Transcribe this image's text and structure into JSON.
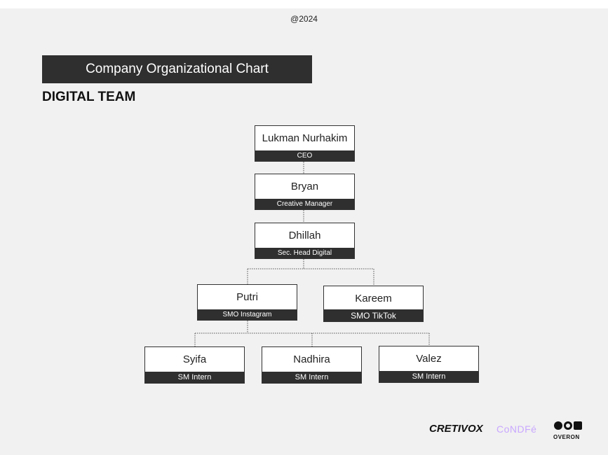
{
  "header": {
    "year": "@2024"
  },
  "title": "Company Organizational Chart",
  "team_heading": "DIGITAL TEAM",
  "org_chart": {
    "nodes": [
      {
        "id": "lukman",
        "name": "Lukman Nurhakim",
        "role": "CEO",
        "parent": null
      },
      {
        "id": "bryan",
        "name": "Bryan",
        "role": "Creative Manager",
        "parent": "lukman"
      },
      {
        "id": "dhillah",
        "name": "Dhillah",
        "role": "Sec. Head Digital",
        "parent": "bryan"
      },
      {
        "id": "putri",
        "name": "Putri",
        "role": "SMO Instagram",
        "parent": "dhillah"
      },
      {
        "id": "kareem",
        "name": "Kareem",
        "role": "SMO TikTok",
        "parent": "dhillah"
      },
      {
        "id": "syifa",
        "name": "Syifa",
        "role": "SM Intern",
        "parent": "putri"
      },
      {
        "id": "nadhira",
        "name": "Nadhira",
        "role": "SM Intern",
        "parent": "putri"
      },
      {
        "id": "valez",
        "name": "Valez",
        "role": "SM Intern",
        "parent": "putri"
      }
    ]
  },
  "footer_logos": {
    "cretivox": "CRETIVOX",
    "confe": "CoNDFé",
    "overon": "OVERON"
  },
  "colors": {
    "background": "#f1f1f1",
    "dark_bar": "#2f2f2f",
    "confe_accent": "#c9a8ff"
  }
}
